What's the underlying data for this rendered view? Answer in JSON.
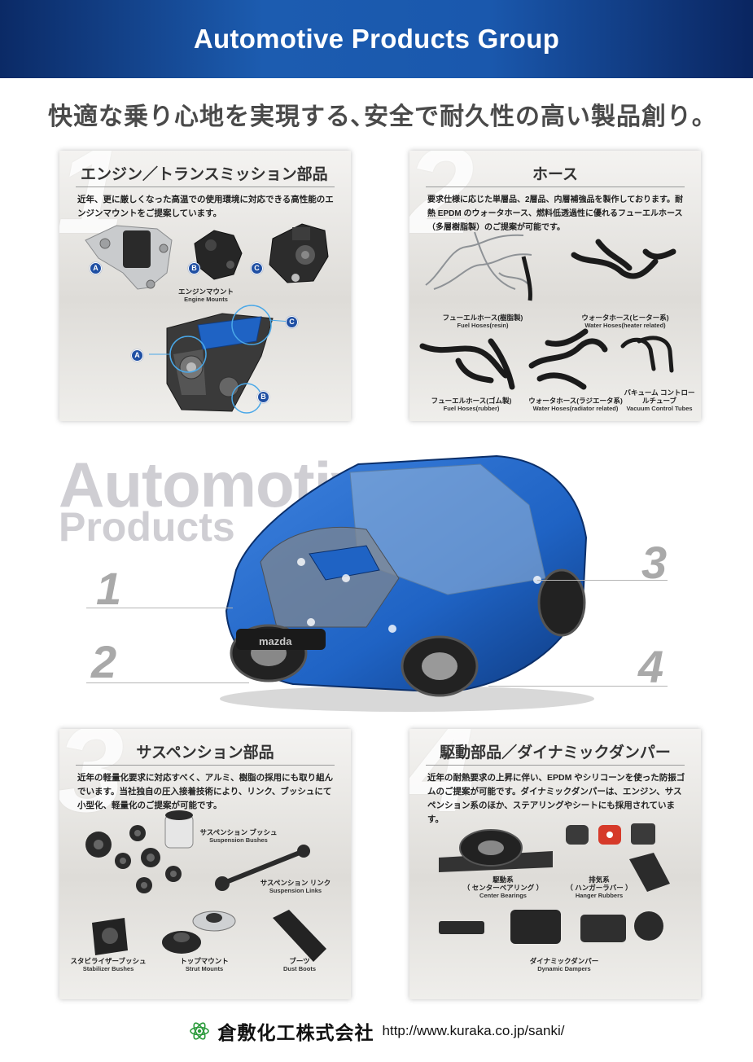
{
  "header": {
    "title": "Automotive Products Group"
  },
  "tagline": "快適な乗り心地を実現する､安全で耐久性の高い製品創り｡",
  "panel1": {
    "number": "1",
    "title": "エンジン／トランスミッション部品",
    "desc": "近年、更に厳しくなった高温での使用環境に対応できる高性能のエンジンマウントをご提案しています。",
    "markers": [
      "A",
      "B",
      "C"
    ],
    "caption_jp": "エンジンマウント",
    "caption_en": "Engine Mounts"
  },
  "panel2": {
    "number": "2",
    "title": "ホース",
    "desc": "要求仕様に応じた単層品、2層品、内層補強品を製作しております。耐熱 EPDM のウォータホース、燃料低透過性に優れるフューエルホース（多層樹脂製）のご提案が可能です。",
    "items": [
      {
        "jp": "フューエルホース(樹脂製)",
        "en": "Fuel Hoses(resin)"
      },
      {
        "jp": "ウォータホース(ヒーター系)",
        "en": "Water Hoses(heater related)"
      },
      {
        "jp": "フューエルホース(ゴム製)",
        "en": "Fuel Hoses(rubber)"
      },
      {
        "jp": "ウォータホース(ラジエータ系)",
        "en": "Water Hoses(radiator related)"
      },
      {
        "jp": "バキューム コントロールチューブ",
        "en": "Vacuum Control Tubes"
      }
    ]
  },
  "center": {
    "watermark_line1": "Automotive",
    "watermark_line2": "Products",
    "numbers": [
      "1",
      "2",
      "3",
      "4"
    ],
    "car_brand": "mazda"
  },
  "panel3": {
    "number": "3",
    "title": "サスペンション部品",
    "desc": "近年の軽量化要求に対応すべく、アルミ、樹脂の採用にも取り組んでいます。当社独自の圧入接着技術により、リンク、ブッシュにて小型化、軽量化のご提案が可能です。",
    "items": [
      {
        "jp": "サスペンション ブッシュ",
        "en": "Suspension Bushes"
      },
      {
        "jp": "サスペンション リンク",
        "en": "Suspension Links"
      },
      {
        "jp": "スタビライザーブッシュ",
        "en": "Stabilizer Bushes"
      },
      {
        "jp": "トップマウント",
        "en": "Strut Mounts"
      },
      {
        "jp": "ブーツ",
        "en": "Dust Boots"
      }
    ]
  },
  "panel4": {
    "number": "4",
    "title": "駆動部品／ダイナミックダンパー",
    "desc": "近年の耐熱要求の上昇に伴い、EPDM やシリコーンを使った防振ゴムのご提案が可能です。ダイナミックダンパーは、エンジン、サスペンション系のほか、ステアリングやシートにも採用されています。",
    "items": [
      {
        "jp": "駆動系",
        "jp2": "（ センターベアリング ）",
        "en": "Center Bearings"
      },
      {
        "jp": "排気系",
        "jp2": "（ ハンガーラバー ）",
        "en": "Hanger Rubbers"
      },
      {
        "jp": "ダイナミックダンパー",
        "en": "Dynamic Dampers"
      }
    ]
  },
  "footer": {
    "company": "倉敷化工株式会社",
    "url": "http://www.kuraka.co.jp/sanki/"
  },
  "colors": {
    "header_blue": "#1c5cb0",
    "marker_blue": "#1f4fa3",
    "ring_blue": "#4aa8e8",
    "car_blue": "#1f63c4"
  }
}
